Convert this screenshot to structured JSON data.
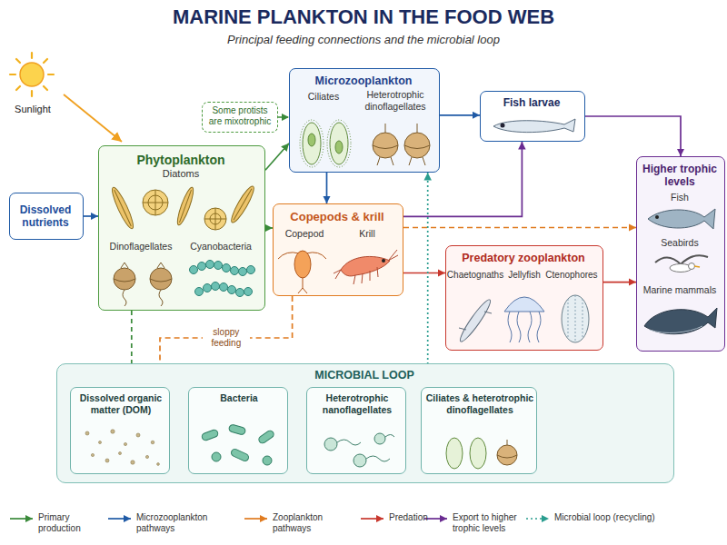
{
  "diagram": {
    "title": "MARINE PLANKTON IN THE FOOD WEB",
    "caption": "Principal feeding connections and the microbial loop",
    "nodes": [
      {
        "text": [
          "Dissolved nutrients"
        ]
      },
      {
        "text": [
          "Phytoplankton",
          "Diatoms",
          "Dinoflagellates",
          "Cyanobacteria"
        ]
      },
      {
        "text": [
          "Some protists are mixotrophic"
        ]
      },
      {
        "text": [
          "Microzooplankton",
          "Ciliates",
          "Heterotrophic dinoflagellates"
        ]
      },
      {
        "text": [
          "Fish larvae"
        ]
      },
      {
        "text": [
          "Copepods & krill",
          "Copepod",
          "Krill"
        ]
      },
      {
        "text": [
          "Predatory zooplankton",
          "Chaetognaths",
          "Jellyfish",
          "Ctenophores"
        ]
      },
      {
        "text": [
          "Higher trophic levels",
          "Fish",
          "Seabirds",
          "Marine mammals"
        ]
      },
      {
        "text": [
          "MICROBIAL LOOP"
        ]
      },
      {
        "text": [
          "Dissolved organic matter (DOM)"
        ],
        "in": 8
      },
      {
        "text": [
          "Bacteria"
        ],
        "in": 8
      },
      {
        "text": [
          "Heterotrophic nanoflagellates"
        ],
        "in": 8
      },
      {
        "text": [
          "Ciliates & heterotrophic dinoflagellates"
        ],
        "in": 8
      }
    ],
    "edges": [
      {
        "from": 0,
        "to": 1,
        "arrow": "to"
      },
      {
        "from": 1,
        "to": 3,
        "arrow": "to"
      },
      {
        "from": 1,
        "to": 5,
        "arrow": "to"
      },
      {
        "from": 1,
        "to": 9,
        "arrow": "to"
      },
      {
        "from": 2,
        "to": 3,
        "arrow": "to"
      },
      {
        "from": 3,
        "to": 4,
        "arrow": "to"
      },
      {
        "from": 3,
        "to": 5,
        "arrow": "to"
      },
      {
        "from": 5,
        "to": 4,
        "arrow": "to"
      },
      {
        "from": 5,
        "to": 7,
        "arrow": "to"
      },
      {
        "from": 5,
        "to": 6,
        "arrow": "to"
      },
      {
        "from": 5,
        "to": 9,
        "label": "sloppy feeding",
        "arrow": "to"
      },
      {
        "from": 6,
        "to": 7,
        "arrow": "to"
      },
      {
        "from": 4,
        "to": 7,
        "arrow": "to"
      },
      {
        "from": 9,
        "to": 10,
        "arrow": "to"
      },
      {
        "from": 10,
        "to": 11,
        "arrow": "to"
      },
      {
        "from": 11,
        "to": 12,
        "arrow": "to"
      },
      {
        "from": 12,
        "to": 3,
        "arrow": "to"
      }
    ],
    "labels": [
      "Sunlight"
    ],
    "legend": [
      {
        "text": "Primary production"
      },
      {
        "text": "Microzooplankton pathways"
      },
      {
        "text": "Zooplankton pathways"
      },
      {
        "text": "Predation"
      },
      {
        "text": "Export to higher trophic levels"
      },
      {
        "text": "Microbial loop (recycling)"
      }
    ]
  }
}
